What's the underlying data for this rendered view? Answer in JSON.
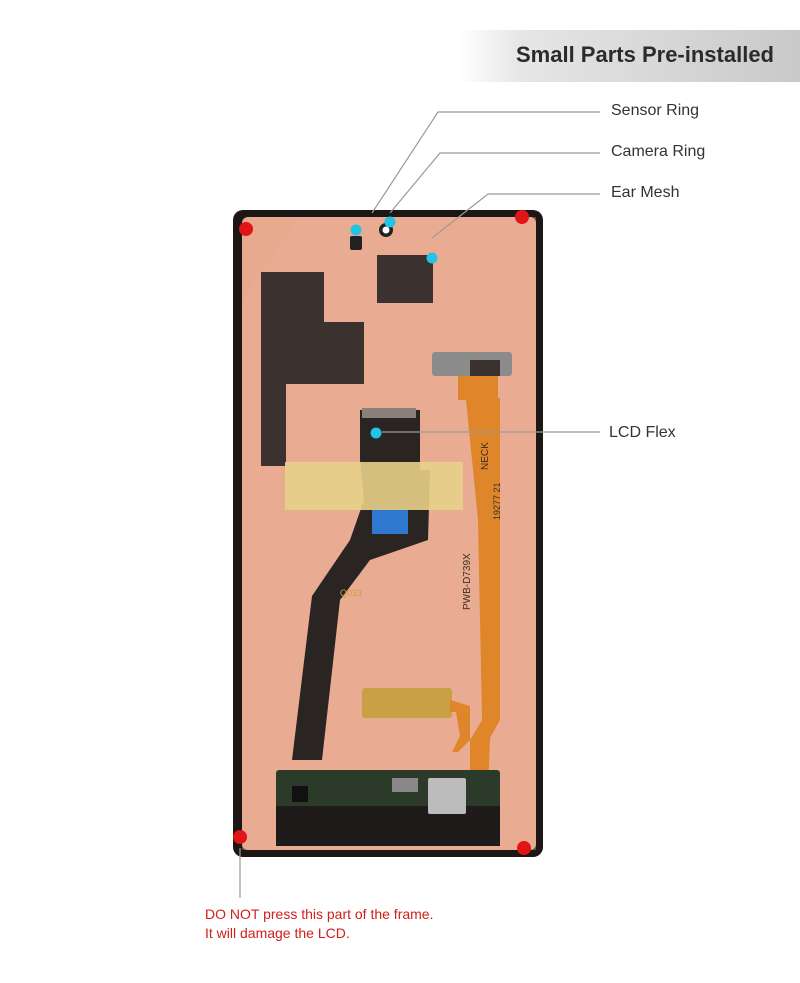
{
  "banner": {
    "title": "Small Parts Pre-installed"
  },
  "callouts": {
    "sensor_ring": "Sensor Ring",
    "camera_ring": "Camera Ring",
    "ear_mesh": "Ear Mesh",
    "lcd_flex": "LCD Flex"
  },
  "warning": {
    "line1": "DO NOT press this part of the frame.",
    "line2": "It will damage the LCD."
  },
  "flex_markings": {
    "part_number": "PWB-D739X",
    "neck": "NECK",
    "code": "19277 21",
    "small_code": "Q033"
  },
  "colors": {
    "panel_copper": "#e8a98e",
    "frame": "#1c1614",
    "flex_black": "#2a2522",
    "flex_orange": "#e0862a",
    "tape_yellow": "#e7d08a",
    "corner_dot": "#e01515",
    "part_dot": "#22c3e6",
    "warning_text": "#d0201b"
  }
}
